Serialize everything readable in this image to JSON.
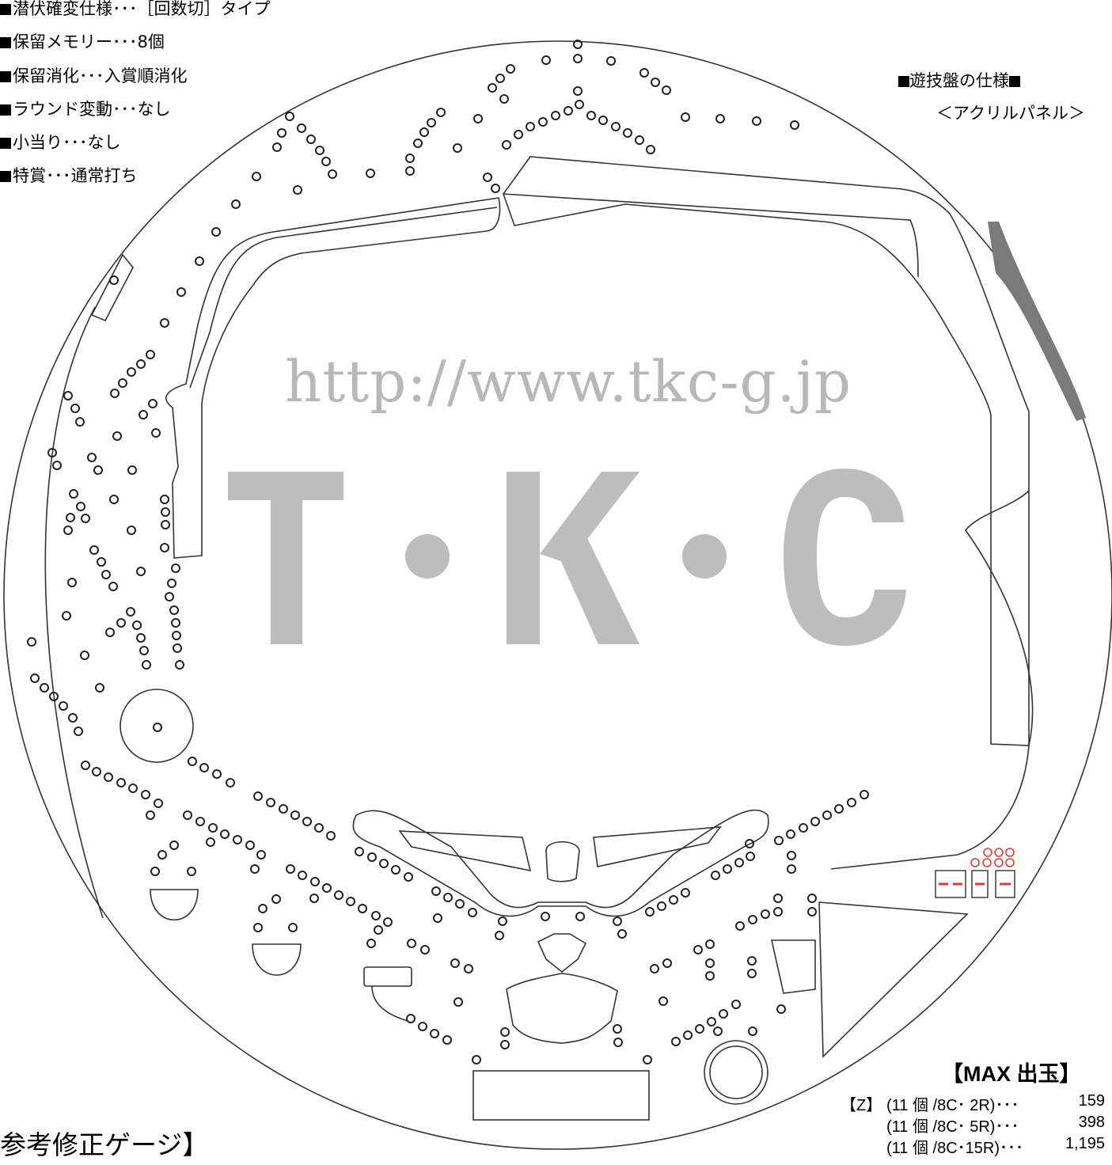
{
  "spec_list": [
    "潜伏確変仕様･･･［回数切］タイプ",
    "保留メモリー･･･8個",
    "保留消化･･･入賞順消化",
    "ラウンド変動･･･なし",
    "小当り･･･なし",
    "特賞･･･通常打ち"
  ],
  "board_spec": {
    "title": "遊技盤の仕様",
    "panel": "＜アクリルパネル＞"
  },
  "watermark": {
    "url": "http://www.tkc-g.jp",
    "logo": "T･K･C"
  },
  "max_payout": {
    "title": "【MAX 出玉】",
    "rows": [
      {
        "tag": "【Z】",
        "condition": "(11 個 /8C･ 2R)･･･",
        "value": "159"
      },
      {
        "tag": "",
        "condition": "(11 個 /8C･ 5R)･･･",
        "value": "398"
      },
      {
        "tag": "",
        "condition": "(11 個 /8C･15R)･･･",
        "value": "1,195"
      }
    ]
  },
  "gauge_label": "参考修正ゲージ】",
  "colors": {
    "watermark": "#bdbdbd",
    "line": "#333333",
    "rail_fill": "#7a7a7a",
    "lamp_red": "#e53935"
  }
}
